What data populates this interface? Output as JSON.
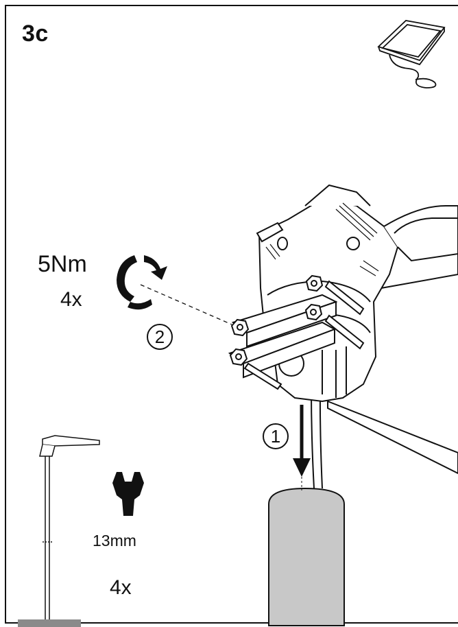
{
  "step": "3c",
  "torque": {
    "value": "5Nm",
    "count": "4x"
  },
  "wrench": {
    "size": "13mm",
    "count": "4x"
  },
  "substeps": {
    "first": "1",
    "second": "2"
  },
  "colors": {
    "line": "#111111",
    "pole": "#c8c8c8",
    "ground": "#8a8a8a"
  },
  "icons": [
    "tablet-device-icon",
    "rotate-tighten-icon",
    "wrench-icon",
    "down-arrow-icon",
    "street-light-icon"
  ]
}
